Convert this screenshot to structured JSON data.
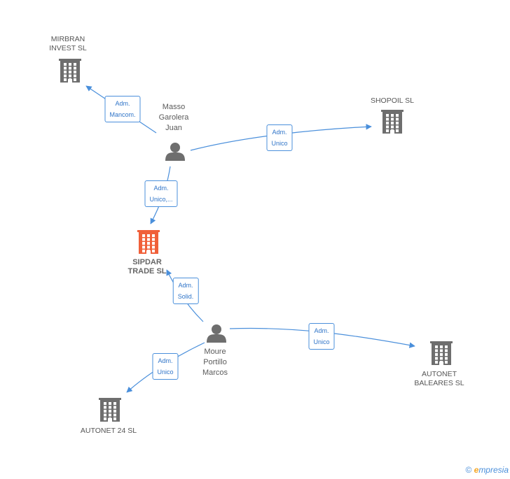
{
  "nodes": {
    "mirbran": {
      "label": [
        "MIRBRAN",
        "INVEST SL"
      ],
      "kind": "company"
    },
    "shopoil": {
      "label": [
        "SHOPOIL  SL"
      ],
      "kind": "company"
    },
    "sipdar": {
      "label": [
        "SIPDAR",
        "TRADE SL"
      ],
      "kind": "company-main"
    },
    "autonet_baleares": {
      "label": [
        "AUTONET",
        "BALEARES  SL"
      ],
      "kind": "company"
    },
    "autonet24": {
      "label": [
        "AUTONET 24 SL"
      ],
      "kind": "company"
    },
    "masso": {
      "label": [
        "Masso",
        "Garolera",
        "Juan"
      ],
      "kind": "person"
    },
    "moure": {
      "label": [
        "Moure",
        "Portillo",
        "Marcos"
      ],
      "kind": "person"
    }
  },
  "edges": [
    {
      "from": "masso",
      "to": "mirbran",
      "label": [
        "Adm.",
        "Mancom."
      ]
    },
    {
      "from": "masso",
      "to": "shopoil",
      "label": [
        "Adm.",
        "Unico"
      ]
    },
    {
      "from": "masso",
      "to": "sipdar",
      "label": [
        "Adm.",
        "Unico,..."
      ]
    },
    {
      "from": "moure",
      "to": "sipdar",
      "label": [
        "Adm.",
        "Solid."
      ]
    },
    {
      "from": "moure",
      "to": "autonet_baleares",
      "label": [
        "Adm.",
        "Unico"
      ]
    },
    {
      "from": "moure",
      "to": "autonet24",
      "label": [
        "Adm.",
        "Unico"
      ]
    }
  ],
  "colors": {
    "edge": "#4a8fdb",
    "company": "#6e6e6e",
    "company_main": "#f0603a",
    "person": "#6e6e6e"
  },
  "footer": {
    "copyright": "©",
    "brand_initial": "e",
    "brand_rest": "mpresia"
  }
}
